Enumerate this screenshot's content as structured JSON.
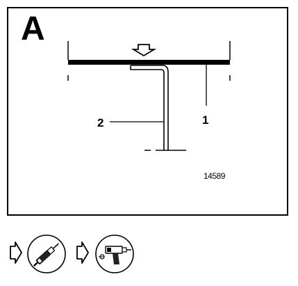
{
  "figure": {
    "panel_letter": "A",
    "callouts": {
      "part_1": "1",
      "part_2": "2"
    },
    "reference_number": "14589"
  },
  "tools": {
    "icons": [
      "arrow-icon",
      "drill-tool-icon",
      "arrow-icon",
      "electric-drill-icon"
    ]
  }
}
